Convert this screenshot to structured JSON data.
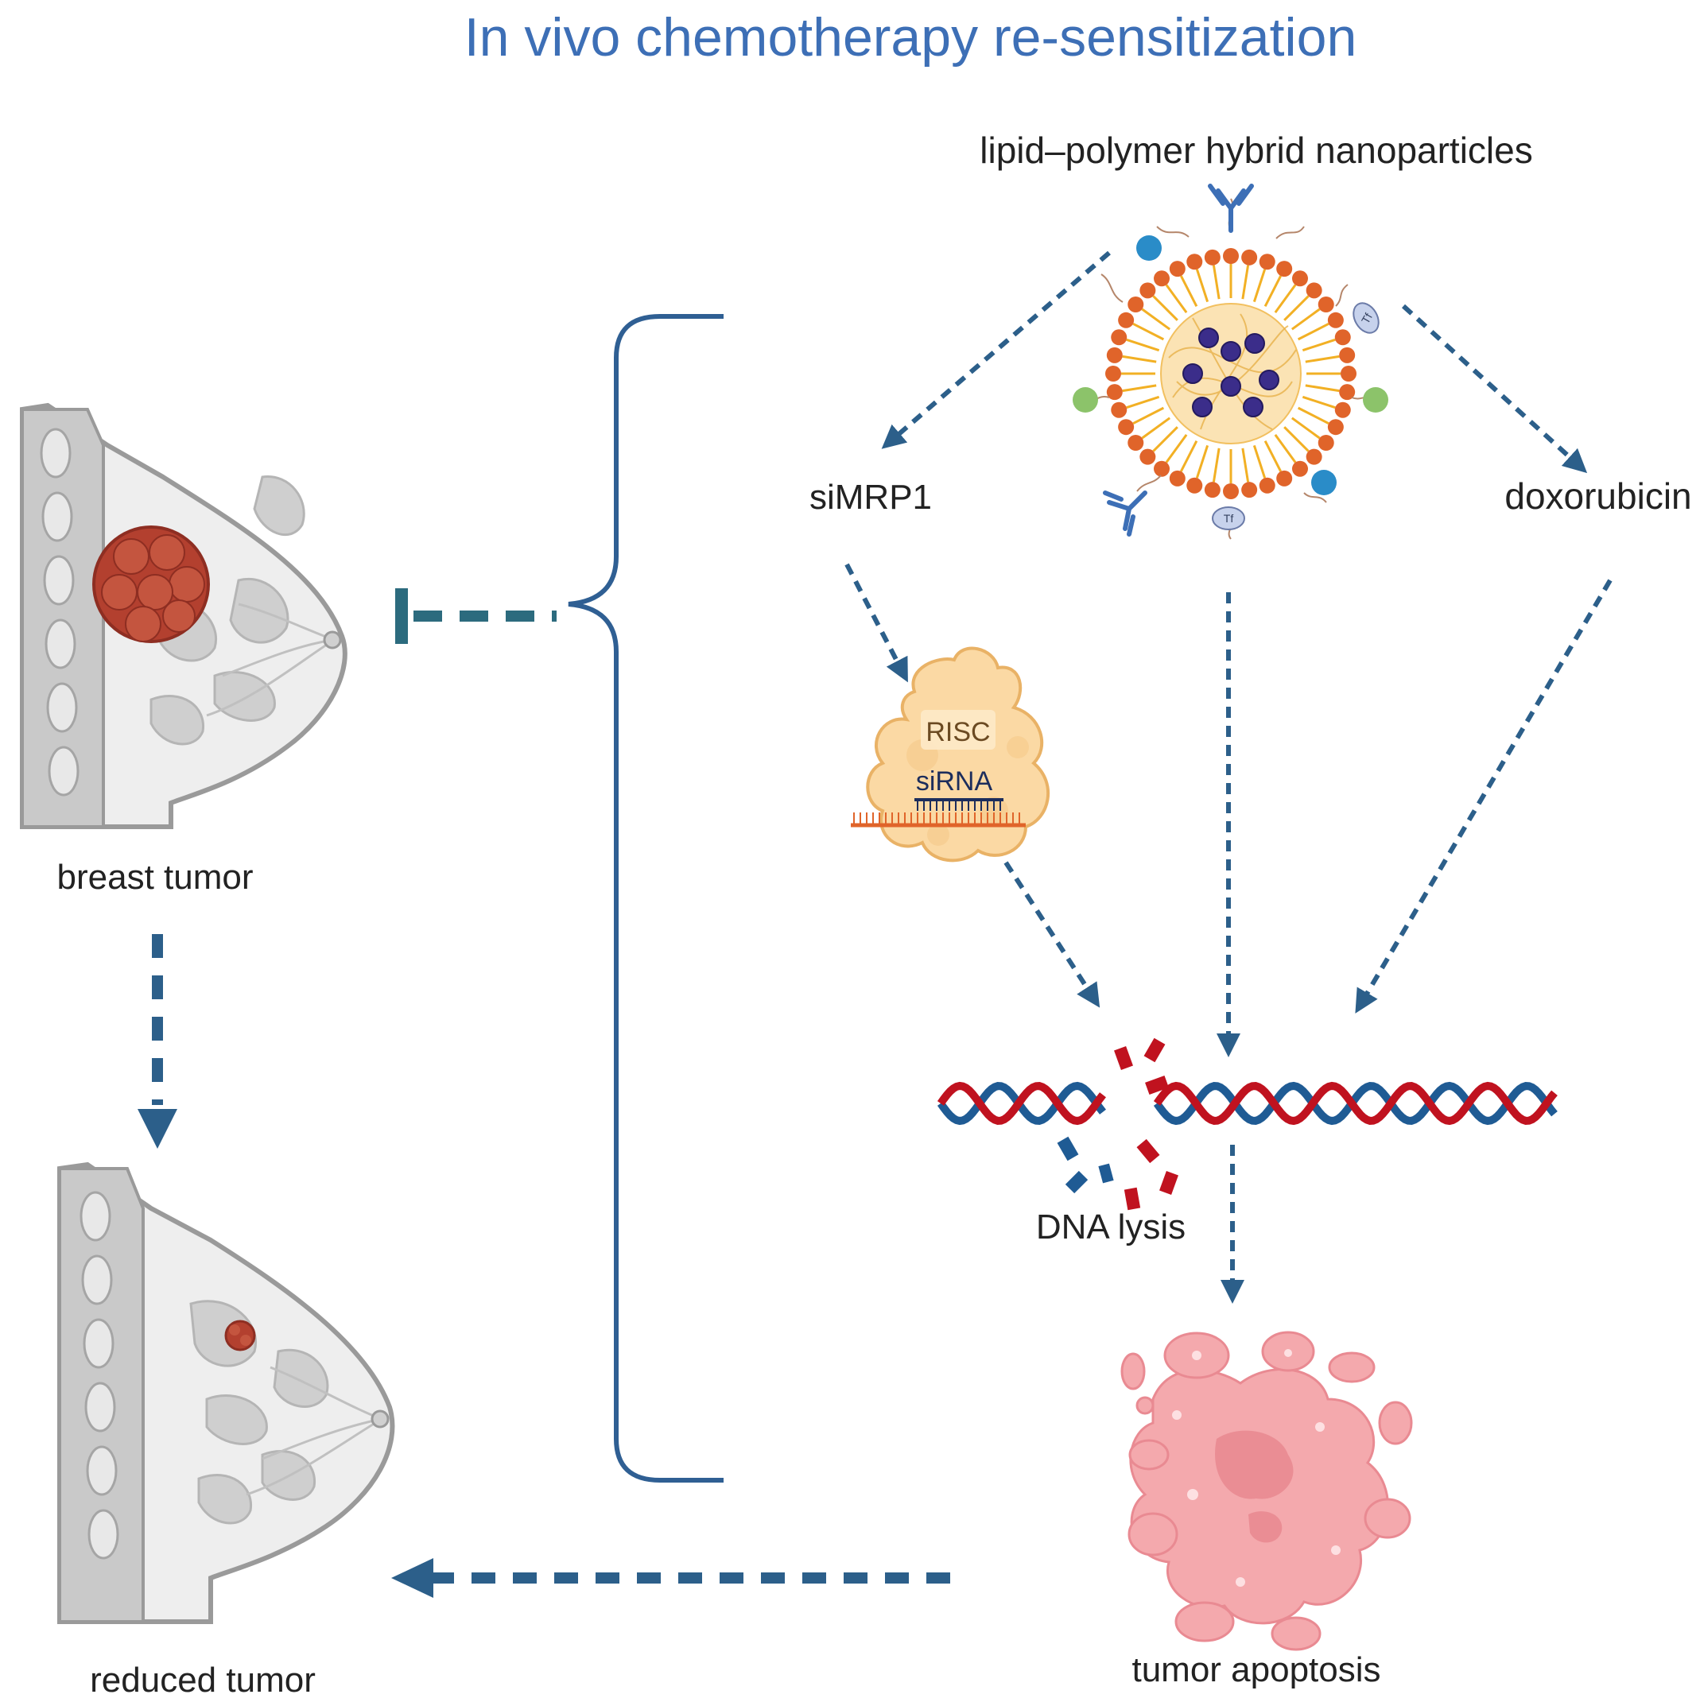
{
  "title": "In vivo chemotherapy re-sensitization",
  "labels": {
    "nanoparticles": "lipid–polymer hybrid nanoparticles",
    "simrp1": "siMRP1",
    "doxorubicin": "doxorubicin",
    "risc": "RISC",
    "sirna": "siRNA",
    "dna_lysis": "DNA lysis",
    "tumor_apoptosis": "tumor apoptosis",
    "breast_tumor": "breast tumor",
    "reduced_tumor": "reduced tumor",
    "tf": "Tf"
  },
  "colors": {
    "title": "#3d6fb6",
    "arrow": "#2c5f8a",
    "brace": "#2f5f93",
    "tumor": "#b3402f",
    "dna_red": "#c0121f",
    "dna_blue": "#1f5b94",
    "lipid_head": "#e0642a",
    "lipid_tail": "#f2b024",
    "risc": "#fbd9a4",
    "apoptosis": "#f4a9ad"
  }
}
